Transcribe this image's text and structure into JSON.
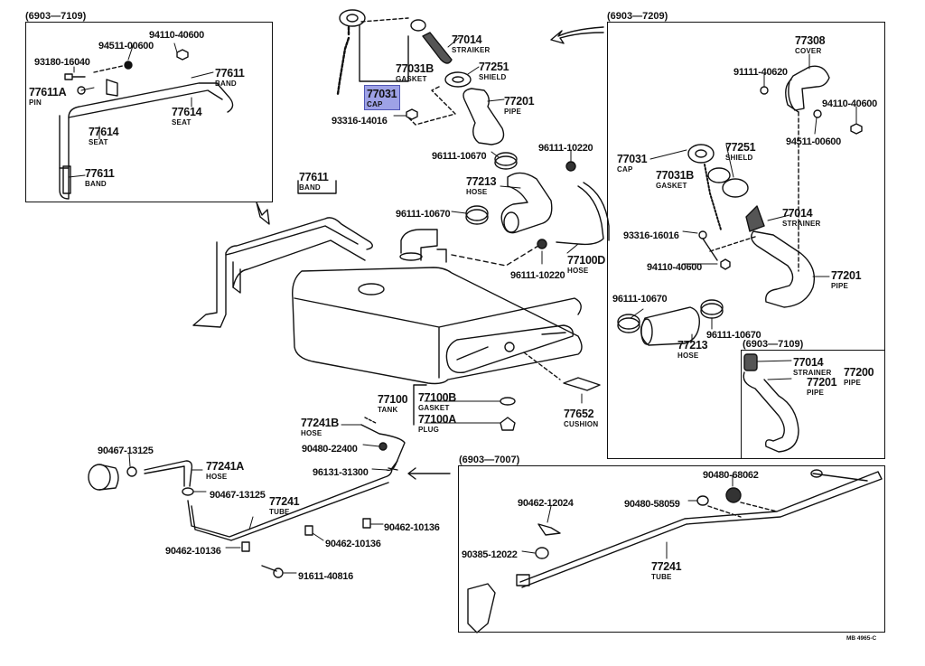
{
  "diagram": {
    "title": "Fuel Tank & Tube parts diagram",
    "reference_code": "MB 4965-C",
    "highlighted_part": "77031",
    "highlight_color": "#9ea2e6",
    "highlight_border": "#4f55b5",
    "insets": [
      {
        "id": "band",
        "range": "(6903—7109)"
      },
      {
        "id": "filler",
        "range": "(6903—7209)"
      },
      {
        "id": "strainer",
        "range": "(6903—7109)"
      },
      {
        "id": "tube",
        "range": "(6903—7007)"
      }
    ],
    "labels": {
      "inset_band": [
        {
          "part": "94110-40600",
          "name": ""
        },
        {
          "part": "94511-00600",
          "name": ""
        },
        {
          "part": "93180-16040",
          "name": ""
        },
        {
          "part": "77611",
          "name": "BAND"
        },
        {
          "part": "77611A",
          "name": "PIN"
        },
        {
          "part": "77614",
          "name": "SEAT"
        },
        {
          "part": "77614",
          "name": "SEAT"
        },
        {
          "part": "77611",
          "name": "BAND"
        }
      ],
      "main_filler": [
        {
          "part": "77014",
          "name": "STRAIKER"
        },
        {
          "part": "77031B",
          "name": "GASKET"
        },
        {
          "part": "77251",
          "name": "SHIELD"
        },
        {
          "part": "77031",
          "name": "CAP"
        },
        {
          "part": "77201",
          "name": "PIPE"
        },
        {
          "part": "93316-14016",
          "name": ""
        },
        {
          "part": "96111-10670",
          "name": ""
        },
        {
          "part": "96111-10220",
          "name": ""
        },
        {
          "part": "77213",
          "name": "HOSE"
        },
        {
          "part": "96111-10670",
          "name": ""
        },
        {
          "part": "77100D",
          "name": "HOSE"
        },
        {
          "part": "96111-10220",
          "name": ""
        },
        {
          "part": "77611",
          "name": "BAND"
        }
      ],
      "inset_filler": [
        {
          "part": "77308",
          "name": "COVER"
        },
        {
          "part": "91111-40620",
          "name": ""
        },
        {
          "part": "94110-40600",
          "name": ""
        },
        {
          "part": "94511-00600",
          "name": ""
        },
        {
          "part": "77031",
          "name": "CAP"
        },
        {
          "part": "77031B",
          "name": "GASKET"
        },
        {
          "part": "77251",
          "name": "SHIELD"
        },
        {
          "part": "77014",
          "name": "STRAINER"
        },
        {
          "part": "93316-16016",
          "name": ""
        },
        {
          "part": "94110-40600",
          "name": ""
        },
        {
          "part": "77201",
          "name": "PIPE"
        },
        {
          "part": "96111-10670",
          "name": ""
        },
        {
          "part": "96111-10670",
          "name": ""
        },
        {
          "part": "77213",
          "name": "HOSE"
        }
      ],
      "inset_strainer": [
        {
          "part": "77014",
          "name": "STRAINER"
        },
        {
          "part": "77201",
          "name": "PIPE"
        },
        {
          "part": "77200",
          "name": "PIPE"
        }
      ],
      "tank": [
        {
          "part": "77100",
          "name": "TANK"
        },
        {
          "part": "77100B",
          "name": "GASKET"
        },
        {
          "part": "77100A",
          "name": "PLUG"
        },
        {
          "part": "77652",
          "name": "CUSHION"
        }
      ],
      "lines": [
        {
          "part": "77241B",
          "name": "HOSE"
        },
        {
          "part": "90480-22400",
          "name": ""
        },
        {
          "part": "96131-31300",
          "name": ""
        },
        {
          "part": "90467-13125",
          "name": ""
        },
        {
          "part": "77241A",
          "name": "HOSE"
        },
        {
          "part": "90467-13125",
          "name": ""
        },
        {
          "part": "77241",
          "name": "TUBE"
        },
        {
          "part": "90462-10136",
          "name": ""
        },
        {
          "part": "90462-10136",
          "name": ""
        },
        {
          "part": "90462-10136",
          "name": ""
        },
        {
          "part": "91611-40816",
          "name": ""
        }
      ],
      "inset_tube": [
        {
          "part": "90480-68062",
          "name": ""
        },
        {
          "part": "90462-12024",
          "name": ""
        },
        {
          "part": "90480-58059",
          "name": ""
        },
        {
          "part": "90385-12022",
          "name": ""
        },
        {
          "part": "77241",
          "name": "TUBE"
        }
      ]
    }
  }
}
